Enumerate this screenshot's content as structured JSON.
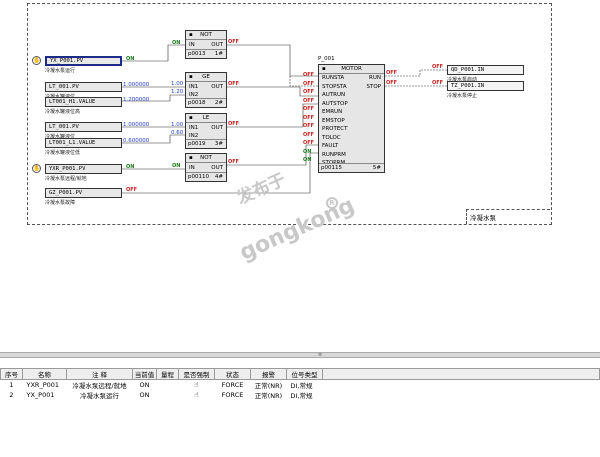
{
  "diagram": {
    "frame_title": "冷凝水泵",
    "watermark": {
      "line1": "发布于",
      "line2": "gongkong",
      "reg": "R"
    },
    "inputs": [
      {
        "tag": "YX_P001.PV",
        "sub": "冷凝水泵运行",
        "state": "ON"
      },
      {
        "tag": "LT_001.PV",
        "sub": "冷凝水罐液位",
        "value": "1.000000"
      },
      {
        "tag": "LT001_H1.VALUE",
        "sub": "冷凝水罐液位高",
        "value": "1.200000"
      },
      {
        "tag": "LT_001.PV",
        "sub": "冷凝水罐液位",
        "value": "1.000000"
      },
      {
        "tag": "LT001_L1.VALUE",
        "sub": "冷凝水罐液位低",
        "value": "0.600000"
      },
      {
        "tag": "YXR_P001.PV",
        "sub": "冷凝水泵远程/就地",
        "state": "ON"
      },
      {
        "tag": "GZ_P001.PV",
        "sub": "冷凝水泵故障",
        "state": "OFF"
      }
    ],
    "not1": {
      "title": "NOT",
      "in": "IN",
      "out": "OUT",
      "id": "p0013",
      "order": "1#",
      "out_state": "OFF",
      "in_state": "ON"
    },
    "ge": {
      "title": "GE",
      "in1": "IN1",
      "in2": "IN2",
      "out": "OUT",
      "id": "p0018",
      "order": "2#",
      "v1": "1.00",
      "v2": "1.20",
      "out_state": "OFF"
    },
    "le": {
      "title": "LE",
      "in1": "IN1",
      "in2": "IN2",
      "out": "OUT",
      "id": "p0019",
      "order": "3#",
      "v1": "1.00",
      "v2": "0.60",
      "out_state": "OFF"
    },
    "not2": {
      "title": "NOT",
      "in": "IN",
      "out": "OUT",
      "id": "p00110",
      "order": "4#",
      "out_state": "OFF",
      "in_state": "ON"
    },
    "motor": {
      "name": "P_001",
      "title": "MOTOR",
      "pins_left": [
        "RUNSTA",
        "STOPSTA",
        "AUTRUN",
        "AUTSTOP",
        "EMRUN",
        "EMSTOP",
        "PROTECT",
        "TOLOC",
        "FAULT",
        "RUNPRM",
        "STOPRM"
      ],
      "pin_states": [
        "OFF",
        "OFF",
        "OFF",
        "OFF",
        "OFF",
        "OFF",
        "OFF",
        "OFF",
        "OFF",
        "ON",
        "ON"
      ],
      "pins_right": [
        "RUN",
        "STOP"
      ],
      "out_states": [
        "OFF",
        "OFF"
      ],
      "id": "p00115",
      "order": "5#"
    },
    "outputs": [
      {
        "tag": "QD_P001.IN",
        "sub": "冷凝水泵启动",
        "state": "OFF"
      },
      {
        "tag": "TZ_P001.IN",
        "sub": "冷凝水泵停止",
        "state": "OFF"
      }
    ],
    "splitter_grip": "≡"
  },
  "table": {
    "headers": [
      "序号",
      "名称",
      "注  释",
      "当前值",
      "量程",
      "是否强制",
      "状态",
      "报警",
      "位号类型"
    ],
    "rows": [
      {
        "no": "1",
        "name": "YXR_P001",
        "note": "冷凝水泵远程/就地",
        "value": "ON",
        "range": "",
        "forced_icon": "hand-pointer-icon",
        "status": "FORCE",
        "alarm": "正常(NR)",
        "type": "DI,常规"
      },
      {
        "no": "2",
        "name": "YX_P001",
        "note": "冷凝水泵运行",
        "value": "ON",
        "range": "",
        "forced_icon": "hand-pointer-icon",
        "status": "FORCE",
        "alarm": "正常(NR)",
        "type": "DI,常规"
      }
    ]
  }
}
